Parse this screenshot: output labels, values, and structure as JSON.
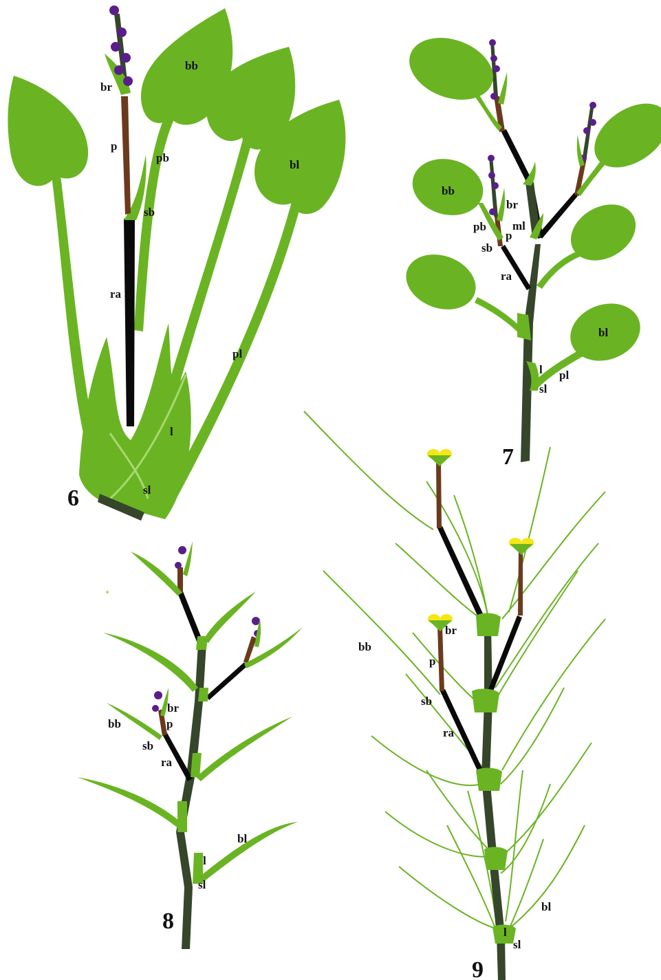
{
  "colors": {
    "leaf": "#6ab423",
    "leaf_light": "#a8d870",
    "stem": "#35462a",
    "rachis": "#0a0a0a",
    "peduncle": "#6b3a1c",
    "flower_purple": "#5a1e8c",
    "flower_yellow": "#f5e616"
  },
  "figures": [
    {
      "number": "6",
      "labels": [
        "br",
        "p",
        "pb",
        "bb",
        "sb",
        "ra",
        "bl",
        "pl",
        "l",
        "sl"
      ]
    },
    {
      "number": "7",
      "labels": [
        "bb",
        "br",
        "pb",
        "ml",
        "p",
        "sb",
        "ra",
        "bl",
        "l",
        "pl",
        "sl"
      ]
    },
    {
      "number": "8",
      "labels": [
        "br",
        "bb",
        "p",
        "sb",
        "ra",
        "bl",
        "l",
        "sl"
      ]
    },
    {
      "number": "9",
      "labels": [
        "br",
        "bb",
        "p",
        "sb",
        "ra",
        "bl",
        "l",
        "sl"
      ]
    }
  ]
}
